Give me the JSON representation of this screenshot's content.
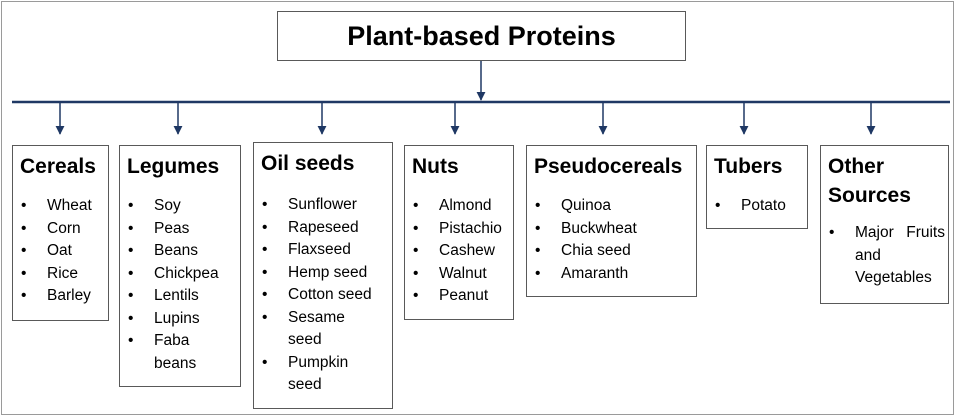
{
  "title": "Plant-based Proteins",
  "categories": [
    {
      "heading": "Cereals",
      "items": [
        "Wheat",
        "Corn",
        "Oat",
        "Rice",
        "Barley"
      ]
    },
    {
      "heading": "Legumes",
      "items": [
        "Soy",
        "Peas",
        "Beans",
        "Chickpea",
        "Lentils",
        "Lupins",
        "Faba beans"
      ]
    },
    {
      "heading": "Oil seeds",
      "items": [
        "Sunflower",
        "Rapeseed",
        "Flaxseed",
        "Hemp seed",
        "Cotton seed",
        "Sesame seed",
        "Pumpkin seed"
      ]
    },
    {
      "heading": "Nuts",
      "items": [
        "Almond",
        "Pistachio",
        "Cashew",
        "Walnut",
        "Peanut"
      ]
    },
    {
      "heading": "Pseudocereals",
      "items": [
        "Quinoa",
        "Buckwheat",
        "Chia seed",
        "Amaranth"
      ]
    },
    {
      "heading": "Tubers",
      "items": [
        "Potato"
      ]
    },
    {
      "heading": "Other Sources",
      "items": [
        "Major Fruits and Vegetables"
      ]
    }
  ],
  "colors": {
    "connector": "#1f3864",
    "box_border": "#595959",
    "text": "#000000"
  }
}
